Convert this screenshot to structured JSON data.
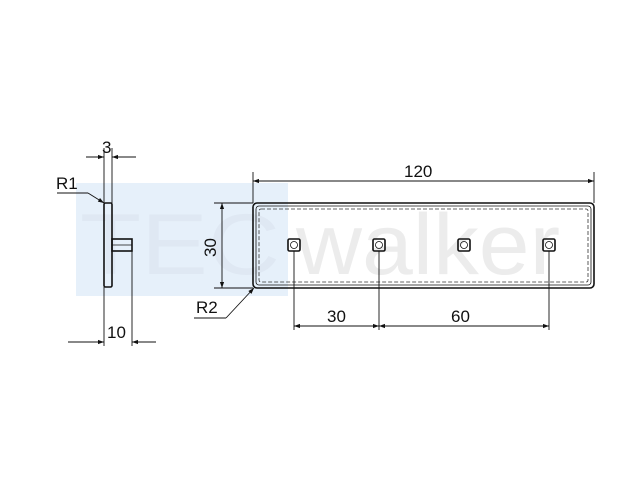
{
  "colors": {
    "watermark_box": "#e6f0fa",
    "watermark_text": "#dfe8f3",
    "watermark_text_light": "#ececec",
    "line": "#111111"
  },
  "watermark": {
    "part1": "TEC",
    "part2": "walker"
  },
  "dimensions": {
    "thickness": "3",
    "radius_side": "R1",
    "total_depth": "10",
    "length": "120",
    "height": "30",
    "radius_corner": "R2",
    "pin_spacing_1": "30",
    "pin_spacing_2": "60"
  }
}
